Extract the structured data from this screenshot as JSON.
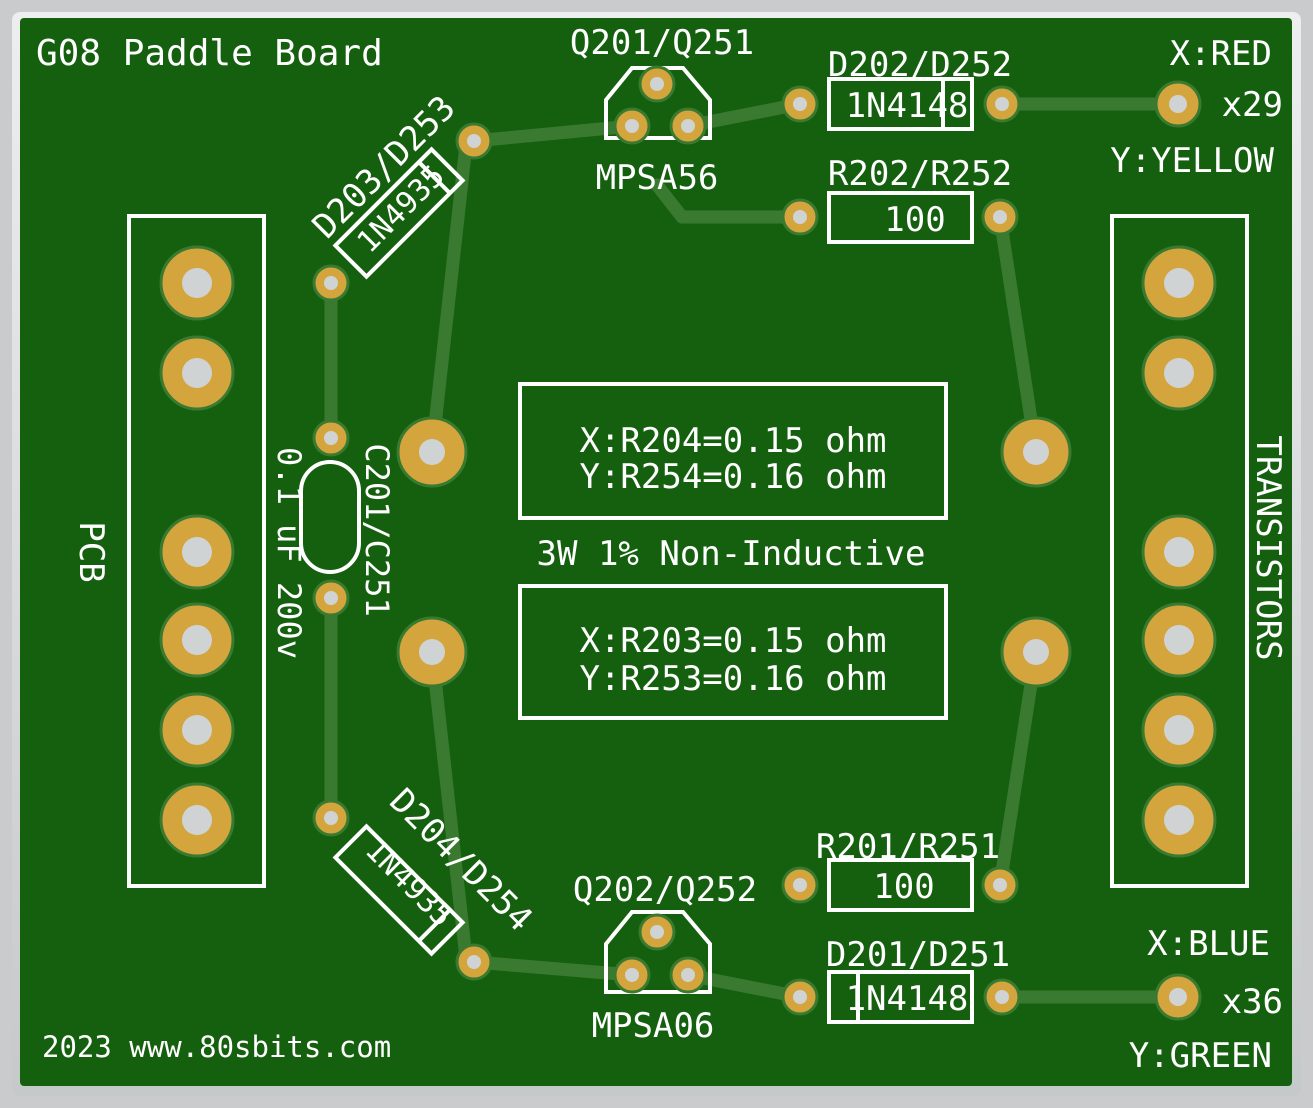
{
  "board": {
    "title": "G08 Paddle Board",
    "footer": "2023 www.80sbits.com",
    "colors": {
      "background": "#c9cbcc",
      "soldermask": "#15600f",
      "trace": "#3a7a30",
      "copper": "#d4a53c",
      "hole": "#cfd3d4",
      "silkscreen": "#ffffff"
    }
  },
  "connectors": {
    "left_label": "PCB",
    "right_label": "TRANSISTORS",
    "pin_count": 6
  },
  "components": {
    "q_top_ref": "Q201/Q251",
    "q_top_value": "MPSA56",
    "q_bottom_ref": "Q202/Q252",
    "q_bottom_value": "MPSA06",
    "d_top_right_ref": "D202/D252",
    "d_top_right_value": "1N4148",
    "d_bottom_right_ref": "D201/D251",
    "d_bottom_right_value": "1N4148",
    "r_top_ref": "R202/R252",
    "r_top_value": "100",
    "r_bottom_ref": "R201/R251",
    "r_bottom_value": "100",
    "d_top_left_ref": "D203/D253",
    "d_top_left_value": "1N4935",
    "d_bottom_left_ref": "D204/D254",
    "d_bottom_left_value": "1N4935",
    "cap_ref": "C201/C251",
    "cap_value": "0.1 uF 200v"
  },
  "resistors": {
    "upper_line1": "X:R204=0.15 ohm",
    "upper_line2": "Y:R254=0.16 ohm",
    "lower_line1": "X:R203=0.15 ohm",
    "lower_line2": "Y:R253=0.16 ohm",
    "spec": "3W 1% Non-Inductive"
  },
  "wires": {
    "top_x": "X:RED",
    "top_y": "Y:YELLOW",
    "top_count": "x29",
    "bottom_x": "X:BLUE",
    "bottom_y": "Y:GREEN",
    "bottom_count": "x36"
  }
}
